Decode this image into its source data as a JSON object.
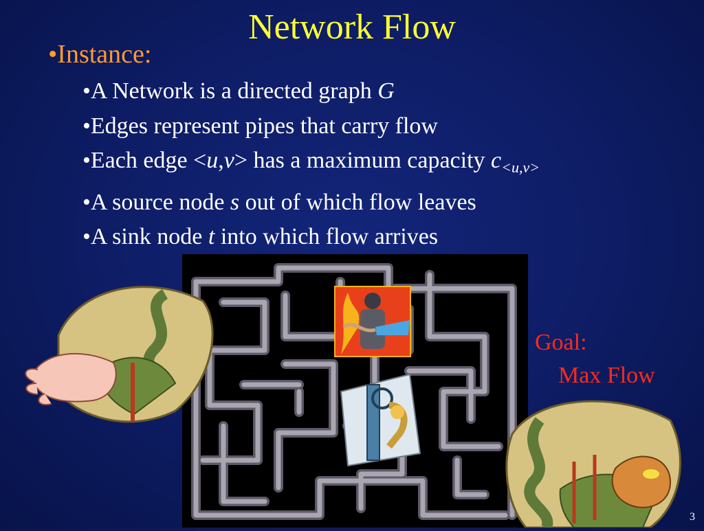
{
  "slide": {
    "title": "Network Flow",
    "instance_label": "•Instance:",
    "bullets": [
      {
        "pre": "•A Network is a directed graph ",
        "it": "G",
        "post": ""
      },
      {
        "pre": "•Edges represent pipes that carry flow",
        "it": "",
        "post": ""
      },
      {
        "pre": "•Each edge <",
        "it": "u",
        "mid": ",",
        "it2": "v",
        "post": "> has a maximum capacity ",
        "it3": "c",
        "sub": "<u,v>"
      },
      {
        "pre": "•A source node ",
        "it": "s",
        "post": " out of which flow leaves"
      },
      {
        "pre": "•A sink node ",
        "it": "t",
        "post": " into which flow arrives"
      }
    ],
    "goal_line1": "Goal:",
    "goal_line2": "Max Flow",
    "page_number": "3"
  },
  "colors": {
    "background": "#0d1c63",
    "title": "#ffff33",
    "instance": "#ff9a2e",
    "body_text": "#ffffff",
    "goal": "#ff2a1a",
    "pipe": "#8e8a96"
  },
  "icons": [
    "pipe-maze-illustration",
    "hand-in-tube-icon",
    "head-in-tube-icon",
    "firefighter-hose-icon",
    "valve-wrench-icon"
  ]
}
